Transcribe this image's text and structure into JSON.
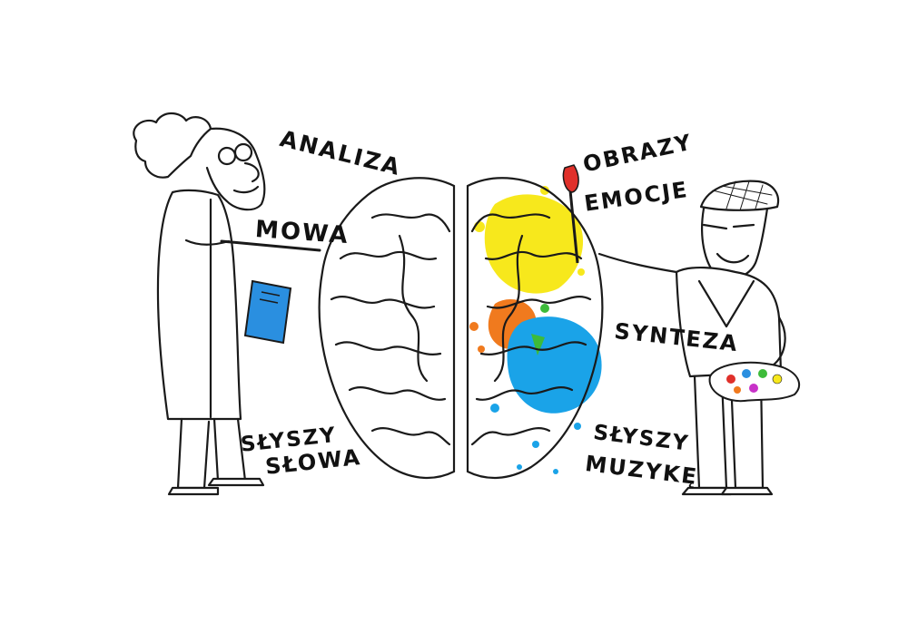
{
  "labels": {
    "analiza": "ANALIZA",
    "mowa": "MOWA",
    "slyszy_left": "SŁYSZY",
    "slowa": "SŁOWA",
    "obrazy": "OBRAZY",
    "emocje": "EMOCJE",
    "synteza": "SYNTEZA",
    "slyszy_right": "SŁYSZY",
    "muzyke": "MUZYKĘ"
  },
  "colors": {
    "line": "#1a1a1a",
    "splash_yellow": "#f7e81c",
    "splash_blue": "#1aa3e8",
    "splash_orange": "#f07a1e",
    "splash_green": "#3dbb3a",
    "notebook_blue": "#2a8fe0",
    "brush_red": "#e0302a"
  },
  "icons": {
    "scientist": "scientist-figure",
    "artist": "artist-figure",
    "brain": "brain-illustration",
    "palette": "palette-icon",
    "notebook": "notebook-icon",
    "brush": "paintbrush-icon"
  }
}
